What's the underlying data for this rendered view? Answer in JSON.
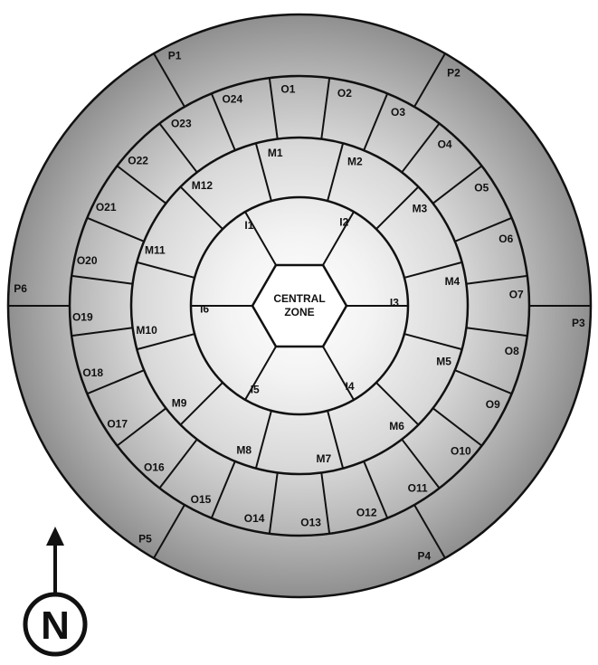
{
  "central": {
    "line1": "CENTRAL",
    "line2": "ZONE"
  },
  "inner_ring": [
    "I1",
    "I2",
    "I3",
    "I4",
    "I5",
    "I6"
  ],
  "middle_ring": [
    "M1",
    "M2",
    "M3",
    "M4",
    "M5",
    "M6",
    "M7",
    "M8",
    "M9",
    "M10",
    "M11",
    "M12"
  ],
  "outer_ring": [
    "O1",
    "O2",
    "O3",
    "O4",
    "O5",
    "O6",
    "O7",
    "O8",
    "O9",
    "O10",
    "O11",
    "O12",
    "O13",
    "O14",
    "O15",
    "O16",
    "O17",
    "O18",
    "O19",
    "O20",
    "O21",
    "O22",
    "O23",
    "O24"
  ],
  "perimeter_ring": [
    "P1",
    "P2",
    "P3",
    "P4",
    "P5",
    "P6"
  ],
  "compass": {
    "letter": "N"
  },
  "colors": {
    "stroke": "#111111",
    "outer_dark": "#8f8f8f",
    "center_light": "#ffffff"
  }
}
